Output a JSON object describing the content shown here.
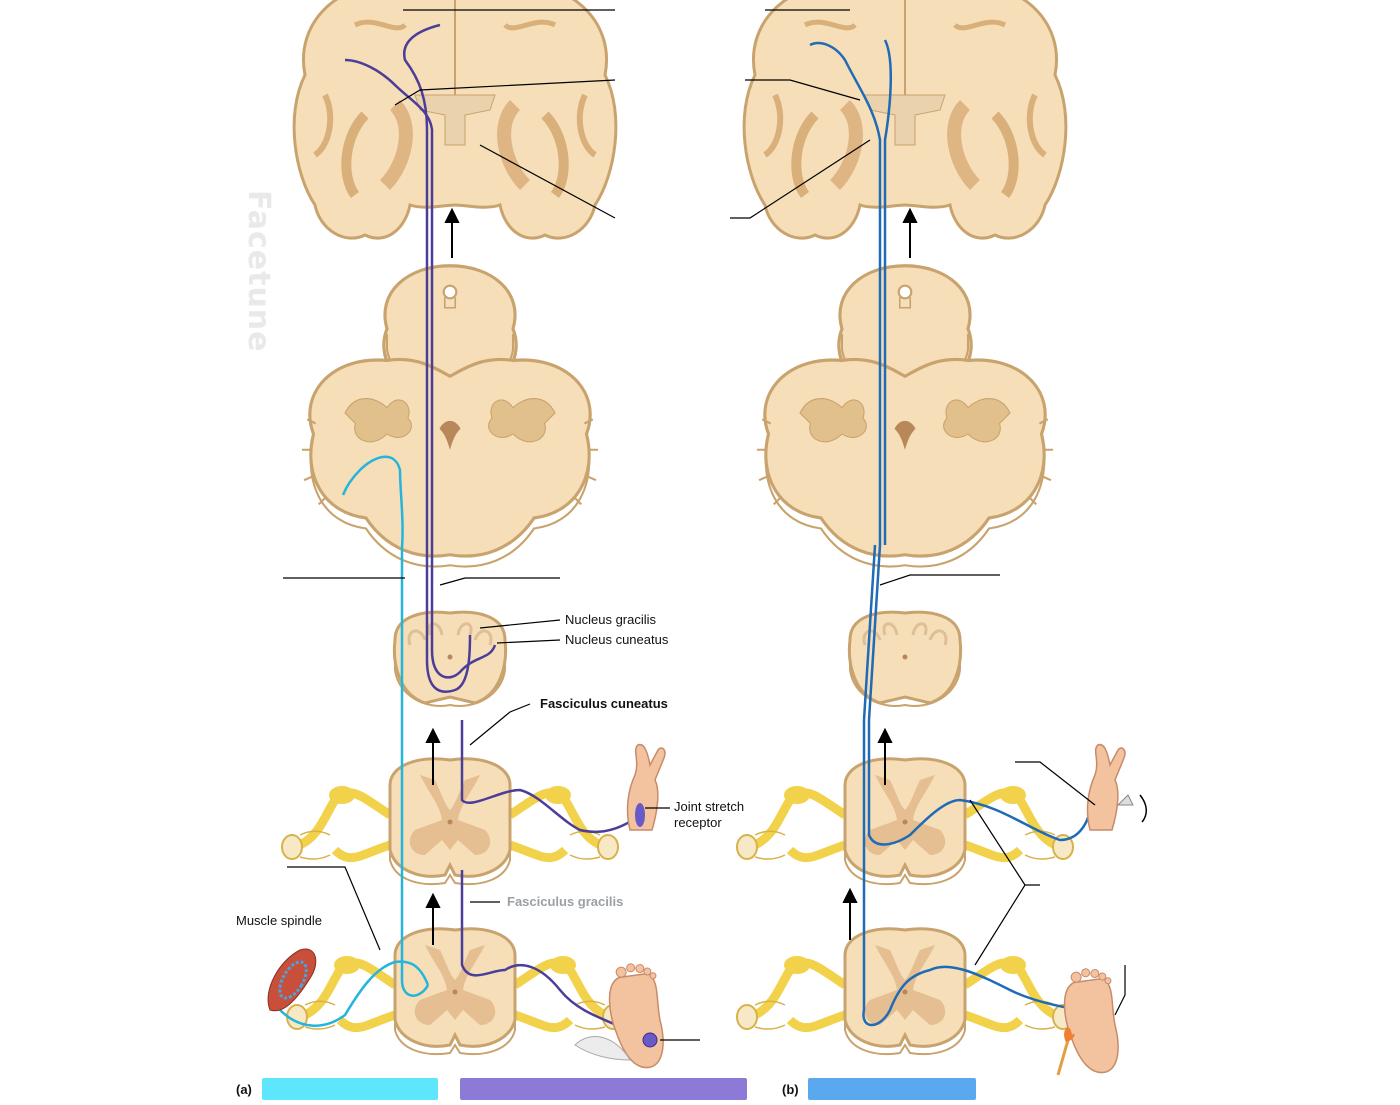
{
  "watermark": "Facetune",
  "panels": [
    {
      "letter": "(a)",
      "bar_color": "#5ee6ff"
    },
    {
      "letter": "(b)",
      "bar_color": "#5aa9ee"
    }
  ],
  "bar_a2_color": "#8c7ad6",
  "labels": {
    "nucleus_gracilis": "Nucleus gracilis",
    "nucleus_cuneatus": "Nucleus cuneatus",
    "fasciculus_cuneatus": "Fasciculus cuneatus",
    "joint_stretch_receptor_1": "Joint stretch",
    "joint_stretch_receptor_2": "receptor",
    "fasciculus_gracilis": "Fasciculus gracilis",
    "muscle_spindle": "Muscle spindle"
  },
  "colors": {
    "tissue": "#f5deb8",
    "tissue_edge": "#c9a36d",
    "gray_matter": "#e2b98a",
    "nerve": "#f2d24b",
    "dcml_tract": "#4b3d98",
    "spinocerebellar": "#25b5dc",
    "spinothalamic": "#1f6bb5"
  }
}
